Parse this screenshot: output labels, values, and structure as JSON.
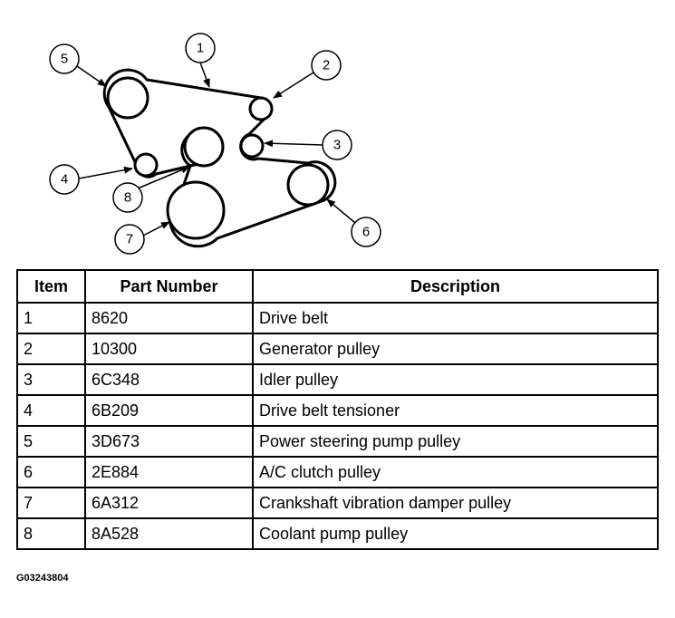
{
  "diagram": {
    "callouts": [
      "1",
      "2",
      "3",
      "4",
      "5",
      "6",
      "7",
      "8"
    ]
  },
  "table": {
    "headers": [
      "Item",
      "Part Number",
      "Description"
    ],
    "rows": [
      {
        "item": "1",
        "part": "8620",
        "desc": "Drive belt"
      },
      {
        "item": "2",
        "part": "10300",
        "desc": "Generator pulley"
      },
      {
        "item": "3",
        "part": "6C348",
        "desc": "Idler pulley"
      },
      {
        "item": "4",
        "part": "6B209",
        "desc": "Drive belt tensioner"
      },
      {
        "item": "5",
        "part": "3D673",
        "desc": "Power steering pump pulley"
      },
      {
        "item": "6",
        "part": "2E884",
        "desc": "A/C clutch pulley"
      },
      {
        "item": "7",
        "part": "6A312",
        "desc": "Crankshaft vibration damper pulley"
      },
      {
        "item": "8",
        "part": "8A528",
        "desc": "Coolant pump pulley"
      }
    ]
  },
  "figure_id": "G03243804"
}
